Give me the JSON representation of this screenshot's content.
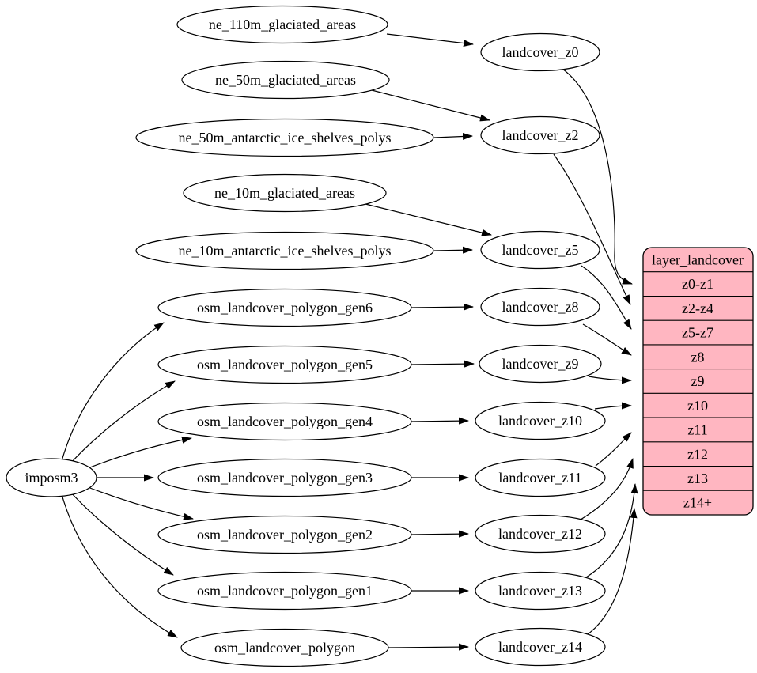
{
  "diagram": {
    "colors": {
      "background": "#ffffff",
      "node_fill": "#ffffff",
      "stroke": "#000000",
      "layer_fill": "#ffb6c1"
    },
    "importer_label": "imposm3",
    "source_tables": [
      "ne_110m_glaciated_areas",
      "ne_50m_glaciated_areas",
      "ne_50m_antarctic_ice_shelves_polys",
      "ne_10m_glaciated_areas",
      "ne_10m_antarctic_ice_shelves_polys",
      "osm_landcover_polygon_gen6",
      "osm_landcover_polygon_gen5",
      "osm_landcover_polygon_gen4",
      "osm_landcover_polygon_gen3",
      "osm_landcover_polygon_gen2",
      "osm_landcover_polygon_gen1",
      "osm_landcover_polygon"
    ],
    "intermediate_tables": [
      "landcover_z0",
      "landcover_z2",
      "landcover_z5",
      "landcover_z8",
      "landcover_z9",
      "landcover_z10",
      "landcover_z11",
      "landcover_z12",
      "landcover_z13",
      "landcover_z14"
    ],
    "layer": {
      "title": "layer_landcover",
      "fill": "#ffb6c1",
      "rows": [
        "z0-z1",
        "z2-z4",
        "z5-z7",
        "z8",
        "z9",
        "z10",
        "z11",
        "z12",
        "z13",
        "z14+"
      ]
    },
    "edges": [
      {
        "from": "imposm3",
        "to": "osm_landcover_polygon_gen6"
      },
      {
        "from": "imposm3",
        "to": "osm_landcover_polygon_gen5"
      },
      {
        "from": "imposm3",
        "to": "osm_landcover_polygon_gen4"
      },
      {
        "from": "imposm3",
        "to": "osm_landcover_polygon_gen3"
      },
      {
        "from": "imposm3",
        "to": "osm_landcover_polygon_gen2"
      },
      {
        "from": "imposm3",
        "to": "osm_landcover_polygon_gen1"
      },
      {
        "from": "imposm3",
        "to": "osm_landcover_polygon"
      },
      {
        "from": "ne_110m_glaciated_areas",
        "to": "landcover_z0"
      },
      {
        "from": "ne_50m_glaciated_areas",
        "to": "landcover_z2"
      },
      {
        "from": "ne_50m_antarctic_ice_shelves_polys",
        "to": "landcover_z2"
      },
      {
        "from": "ne_10m_glaciated_areas",
        "to": "landcover_z5"
      },
      {
        "from": "ne_10m_antarctic_ice_shelves_polys",
        "to": "landcover_z5"
      },
      {
        "from": "osm_landcover_polygon_gen6",
        "to": "landcover_z8"
      },
      {
        "from": "osm_landcover_polygon_gen5",
        "to": "landcover_z9"
      },
      {
        "from": "osm_landcover_polygon_gen4",
        "to": "landcover_z10"
      },
      {
        "from": "osm_landcover_polygon_gen3",
        "to": "landcover_z11"
      },
      {
        "from": "osm_landcover_polygon_gen2",
        "to": "landcover_z12"
      },
      {
        "from": "osm_landcover_polygon_gen1",
        "to": "landcover_z13"
      },
      {
        "from": "osm_landcover_polygon",
        "to": "landcover_z14"
      },
      {
        "from": "landcover_z0",
        "to": "layer_landcover:z0-z1"
      },
      {
        "from": "landcover_z2",
        "to": "layer_landcover:z2-z4"
      },
      {
        "from": "landcover_z5",
        "to": "layer_landcover:z5-z7"
      },
      {
        "from": "landcover_z8",
        "to": "layer_landcover:z8"
      },
      {
        "from": "landcover_z9",
        "to": "layer_landcover:z9"
      },
      {
        "from": "landcover_z10",
        "to": "layer_landcover:z10"
      },
      {
        "from": "landcover_z11",
        "to": "layer_landcover:z11"
      },
      {
        "from": "landcover_z12",
        "to": "layer_landcover:z12"
      },
      {
        "from": "landcover_z13",
        "to": "layer_landcover:z13"
      },
      {
        "from": "landcover_z14",
        "to": "layer_landcover:z14+"
      }
    ]
  }
}
